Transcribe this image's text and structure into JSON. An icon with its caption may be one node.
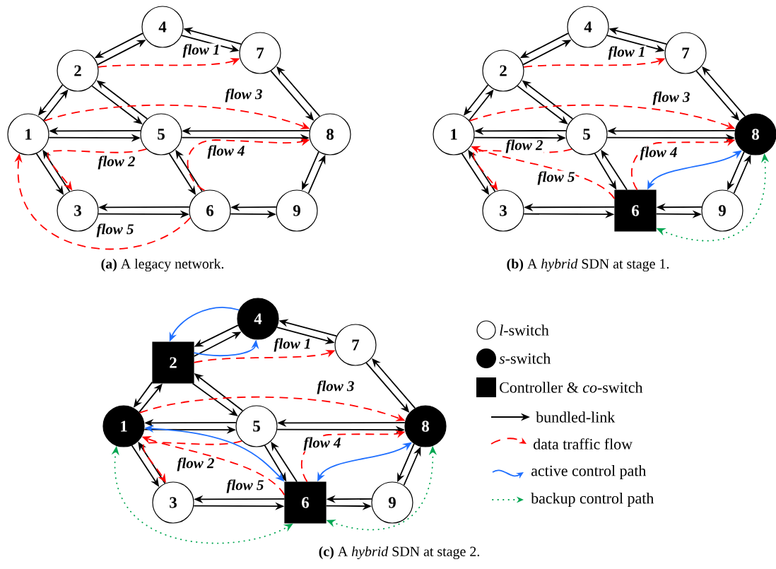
{
  "diagram": {
    "nodes": [
      {
        "text": [
          "1"
        ]
      },
      {
        "text": [
          "2"
        ]
      },
      {
        "text": [
          "3"
        ]
      },
      {
        "text": [
          "4"
        ]
      },
      {
        "text": [
          "5"
        ]
      },
      {
        "text": [
          "6"
        ]
      },
      {
        "text": [
          "7"
        ]
      },
      {
        "text": [
          "8"
        ]
      },
      {
        "text": [
          "9"
        ]
      },
      {
        "text": [
          "1"
        ]
      },
      {
        "text": [
          "2"
        ]
      },
      {
        "text": [
          "3"
        ]
      },
      {
        "text": [
          "4"
        ]
      },
      {
        "text": [
          "5"
        ]
      },
      {
        "text": [
          "6"
        ]
      },
      {
        "text": [
          "7"
        ]
      },
      {
        "text": [
          "8"
        ]
      },
      {
        "text": [
          "9"
        ]
      },
      {
        "text": [
          "1"
        ]
      },
      {
        "text": [
          "2"
        ]
      },
      {
        "text": [
          "3"
        ]
      },
      {
        "text": [
          "4"
        ]
      },
      {
        "text": [
          "5"
        ]
      },
      {
        "text": [
          "6"
        ]
      },
      {
        "text": [
          "7"
        ]
      },
      {
        "text": [
          "8"
        ]
      },
      {
        "text": [
          "9"
        ]
      }
    ],
    "edges": [
      {
        "from": 0,
        "to": 1,
        "arrow": "to"
      },
      {
        "from": 1,
        "to": 0,
        "arrow": "to"
      },
      {
        "from": 1,
        "to": 3,
        "arrow": "to"
      },
      {
        "from": 3,
        "to": 1,
        "arrow": "to"
      },
      {
        "from": 3,
        "to": 6,
        "arrow": "to"
      },
      {
        "from": 6,
        "to": 3,
        "arrow": "to"
      },
      {
        "from": 6,
        "to": 7,
        "arrow": "to"
      },
      {
        "from": 7,
        "to": 6,
        "arrow": "to"
      },
      {
        "from": 0,
        "to": 4,
        "arrow": "to"
      },
      {
        "from": 4,
        "to": 0,
        "arrow": "to"
      },
      {
        "from": 1,
        "to": 4,
        "arrow": "to"
      },
      {
        "from": 4,
        "to": 1,
        "arrow": "to"
      },
      {
        "from": 4,
        "to": 7,
        "arrow": "to"
      },
      {
        "from": 7,
        "to": 4,
        "arrow": "to"
      },
      {
        "from": 0,
        "to": 2,
        "arrow": "to"
      },
      {
        "from": 2,
        "to": 0,
        "arrow": "to"
      },
      {
        "from": 2,
        "to": 5,
        "arrow": "to"
      },
      {
        "from": 5,
        "to": 2,
        "arrow": "to"
      },
      {
        "from": 4,
        "to": 5,
        "arrow": "to"
      },
      {
        "from": 5,
        "to": 4,
        "arrow": "to"
      },
      {
        "from": 5,
        "to": 8,
        "arrow": "to"
      },
      {
        "from": 8,
        "to": 5,
        "arrow": "to"
      },
      {
        "from": 7,
        "to": 8,
        "arrow": "to"
      },
      {
        "from": 8,
        "to": 7,
        "arrow": "to"
      },
      {
        "from": 1,
        "to": 6,
        "arrow": "to",
        "label": "flow 1",
        "style": "dashed",
        "color": "#ff0000"
      },
      {
        "from": 0,
        "to": 7,
        "arrow": "to",
        "label": "flow 3",
        "style": "dashed",
        "color": "#ff0000"
      },
      {
        "from": 4,
        "to": 2,
        "arrow": "to",
        "label": "flow 2",
        "style": "dashed",
        "color": "#ff0000"
      },
      {
        "from": 5,
        "to": 7,
        "arrow": "to",
        "label": "flow 4",
        "style": "dashed",
        "color": "#ff0000"
      },
      {
        "from": 5,
        "to": 0,
        "arrow": "to",
        "label": "flow 5",
        "style": "dashed",
        "color": "#ff0000"
      },
      {
        "from": 9,
        "to": 10,
        "arrow": "to"
      },
      {
        "from": 10,
        "to": 9,
        "arrow": "to"
      },
      {
        "from": 10,
        "to": 12,
        "arrow": "to"
      },
      {
        "from": 12,
        "to": 10,
        "arrow": "to"
      },
      {
        "from": 12,
        "to": 15,
        "arrow": "to"
      },
      {
        "from": 15,
        "to": 12,
        "arrow": "to"
      },
      {
        "from": 15,
        "to": 16,
        "arrow": "to"
      },
      {
        "from": 16,
        "to": 15,
        "arrow": "to"
      },
      {
        "from": 9,
        "to": 13,
        "arrow": "to"
      },
      {
        "from": 13,
        "to": 9,
        "arrow": "to"
      },
      {
        "from": 10,
        "to": 13,
        "arrow": "to"
      },
      {
        "from": 13,
        "to": 10,
        "arrow": "to"
      },
      {
        "from": 13,
        "to": 16,
        "arrow": "to"
      },
      {
        "from": 16,
        "to": 13,
        "arrow": "to"
      },
      {
        "from": 9,
        "to": 11,
        "arrow": "to"
      },
      {
        "from": 11,
        "to": 9,
        "arrow": "to"
      },
      {
        "from": 11,
        "to": 14,
        "arrow": "to"
      },
      {
        "from": 14,
        "to": 11,
        "arrow": "to"
      },
      {
        "from": 13,
        "to": 14,
        "arrow": "to"
      },
      {
        "from": 14,
        "to": 13,
        "arrow": "to"
      },
      {
        "from": 14,
        "to": 17,
        "arrow": "to"
      },
      {
        "from": 17,
        "to": 14,
        "arrow": "to"
      },
      {
        "from": 16,
        "to": 17,
        "arrow": "to"
      },
      {
        "from": 17,
        "to": 16,
        "arrow": "to"
      },
      {
        "from": 10,
        "to": 15,
        "arrow": "to",
        "label": "flow 1",
        "style": "dashed",
        "color": "#ff0000"
      },
      {
        "from": 9,
        "to": 16,
        "arrow": "to",
        "label": "flow 3",
        "style": "dashed",
        "color": "#ff0000"
      },
      {
        "from": 13,
        "to": 11,
        "arrow": "to",
        "label": "flow 2",
        "style": "dashed",
        "color": "#ff0000"
      },
      {
        "from": 14,
        "to": 16,
        "arrow": "to",
        "label": "flow 4",
        "style": "dashed",
        "color": "#ff0000"
      },
      {
        "from": 14,
        "to": 9,
        "arrow": "to",
        "label": "flow 5",
        "style": "dashed",
        "color": "#ff0000"
      },
      {
        "from": 14,
        "to": 16,
        "arrow": "both",
        "color": "#1f6fff"
      },
      {
        "from": 14,
        "to": 16,
        "arrow": "both",
        "style": "dashed",
        "color": "#00a651"
      },
      {
        "from": 18,
        "to": 19,
        "arrow": "to"
      },
      {
        "from": 19,
        "to": 18,
        "arrow": "to"
      },
      {
        "from": 19,
        "to": 21,
        "arrow": "to"
      },
      {
        "from": 21,
        "to": 19,
        "arrow": "to"
      },
      {
        "from": 21,
        "to": 24,
        "arrow": "to"
      },
      {
        "from": 24,
        "to": 21,
        "arrow": "to"
      },
      {
        "from": 24,
        "to": 25,
        "arrow": "to"
      },
      {
        "from": 25,
        "to": 24,
        "arrow": "to"
      },
      {
        "from": 18,
        "to": 22,
        "arrow": "to"
      },
      {
        "from": 22,
        "to": 18,
        "arrow": "to"
      },
      {
        "from": 19,
        "to": 22,
        "arrow": "to"
      },
      {
        "from": 22,
        "to": 19,
        "arrow": "to"
      },
      {
        "from": 22,
        "to": 25,
        "arrow": "to"
      },
      {
        "from": 25,
        "to": 22,
        "arrow": "to"
      },
      {
        "from": 18,
        "to": 20,
        "arrow": "to"
      },
      {
        "from": 20,
        "to": 18,
        "arrow": "to"
      },
      {
        "from": 20,
        "to": 23,
        "arrow": "to"
      },
      {
        "from": 23,
        "to": 20,
        "arrow": "to"
      },
      {
        "from": 22,
        "to": 23,
        "arrow": "to"
      },
      {
        "from": 23,
        "to": 22,
        "arrow": "to"
      },
      {
        "from": 23,
        "to": 26,
        "arrow": "to"
      },
      {
        "from": 26,
        "to": 23,
        "arrow": "to"
      },
      {
        "from": 25,
        "to": 26,
        "arrow": "to"
      },
      {
        "from": 26,
        "to": 25,
        "arrow": "to"
      },
      {
        "from": 19,
        "to": 24,
        "arrow": "to",
        "label": "flow 1",
        "style": "dashed",
        "color": "#ff0000"
      },
      {
        "from": 18,
        "to": 25,
        "arrow": "to",
        "label": "flow 3",
        "style": "dashed",
        "color": "#ff0000"
      },
      {
        "from": 22,
        "to": 20,
        "arrow": "to",
        "label": "flow 2",
        "style": "dashed",
        "color": "#ff0000"
      },
      {
        "from": 23,
        "to": 25,
        "arrow": "to",
        "label": "flow 4",
        "style": "dashed",
        "color": "#ff0000"
      },
      {
        "from": 23,
        "to": 18,
        "arrow": "to",
        "label": "flow 5",
        "style": "dashed",
        "color": "#ff0000"
      },
      {
        "from": 21,
        "to": 19,
        "arrow": "to",
        "color": "#1f6fff"
      },
      {
        "from": 19,
        "to": 21,
        "arrow": "to",
        "color": "#1f6fff"
      },
      {
        "from": 18,
        "to": 23,
        "arrow": "both",
        "color": "#1f6fff"
      },
      {
        "from": 23,
        "to": 25,
        "arrow": "both",
        "color": "#1f6fff"
      },
      {
        "from": 18,
        "to": 23,
        "arrow": "both",
        "style": "dashed",
        "color": "#00a651"
      },
      {
        "from": 23,
        "to": 25,
        "arrow": "both",
        "style": "dashed",
        "color": "#00a651"
      }
    ],
    "labels": [
      "**(a)** A legacy network.",
      "**(b)** A *hybrid* SDN at stage 1.",
      "**(c)** A *hybrid* SDN at stage 2."
    ],
    "legend": [
      {
        "text": "*l*-switch"
      },
      {
        "text": "*s*-switch"
      },
      {
        "text": "Controller & *co*-switch"
      },
      {
        "text": "bundled-link"
      },
      {
        "text": "data traffic flow"
      },
      {
        "text": "active control path"
      },
      {
        "text": "backup control path"
      }
    ]
  }
}
